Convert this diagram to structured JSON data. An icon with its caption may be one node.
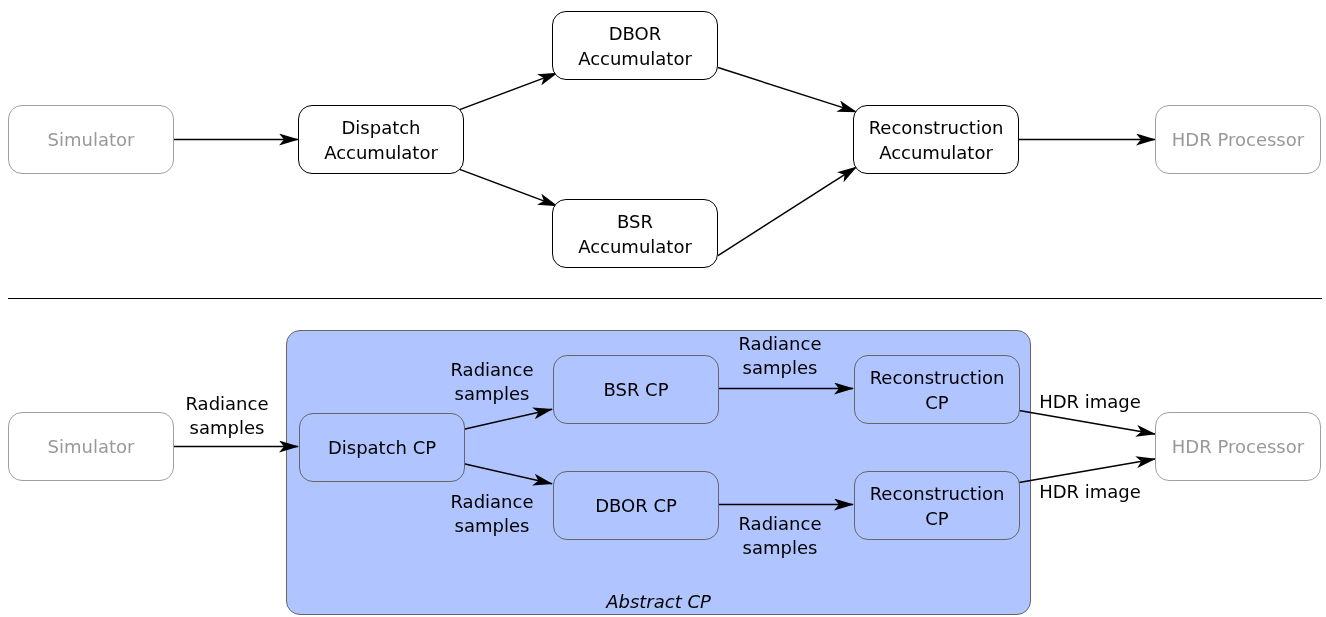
{
  "diagram": {
    "nodes": [
      {
        "text": [
          "Simulator"
        ]
      },
      {
        "text": [
          "Dispatch Accumulator"
        ]
      },
      {
        "text": [
          "DBOR Accumulator"
        ]
      },
      {
        "text": [
          "BSR Accumulator"
        ]
      },
      {
        "text": [
          "Reconstruction Accumulator"
        ]
      },
      {
        "text": [
          "HDR Processor"
        ]
      },
      {
        "text": [
          "Simulator"
        ]
      },
      {
        "text": [
          "Abstract CP"
        ]
      },
      {
        "text": [
          "Dispatch CP"
        ],
        "in": 7
      },
      {
        "text": [
          "BSR CP"
        ],
        "in": 7
      },
      {
        "text": [
          "DBOR CP"
        ],
        "in": 7
      },
      {
        "text": [
          "Reconstruction CP"
        ],
        "in": 7
      },
      {
        "text": [
          "Reconstruction CP"
        ],
        "in": 7
      },
      {
        "text": [
          "HDR Processor"
        ]
      }
    ],
    "edges": [
      {
        "from": 0,
        "to": 1,
        "arrow": "to"
      },
      {
        "from": 1,
        "to": 2,
        "arrow": "to"
      },
      {
        "from": 1,
        "to": 3,
        "arrow": "to"
      },
      {
        "from": 2,
        "to": 4,
        "arrow": "to"
      },
      {
        "from": 3,
        "to": 4,
        "arrow": "to"
      },
      {
        "from": 4,
        "to": 5,
        "arrow": "to"
      },
      {
        "from": 6,
        "to": 8,
        "arrow": "to",
        "label": "Radiance samples"
      },
      {
        "from": 8,
        "to": 9,
        "arrow": "to",
        "label": "Radiance samples"
      },
      {
        "from": 8,
        "to": 10,
        "arrow": "to",
        "label": "Radiance samples"
      },
      {
        "from": 9,
        "to": 11,
        "arrow": "to",
        "label": "Radiance samples"
      },
      {
        "from": 10,
        "to": 12,
        "arrow": "to",
        "label": "Radiance samples"
      },
      {
        "from": 11,
        "to": 13,
        "arrow": "to",
        "label": "HDR image"
      },
      {
        "from": 12,
        "to": 13,
        "arrow": "to",
        "label": "HDR image"
      }
    ]
  }
}
